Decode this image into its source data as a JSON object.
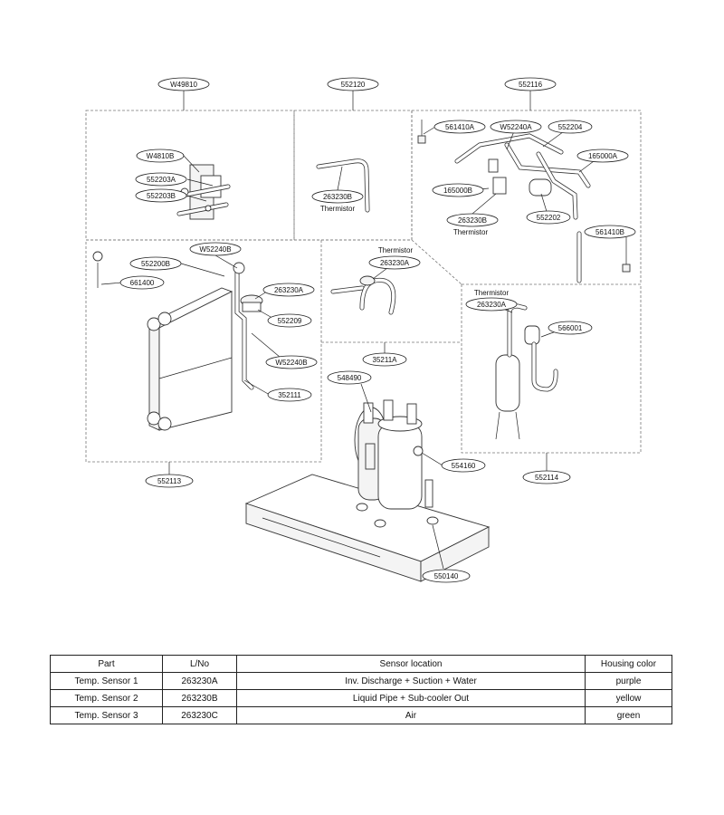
{
  "callouts": {
    "w49810": "W49810",
    "c552120": "552120",
    "c552116": "552116",
    "w4810b": "W4810B",
    "c552203a": "552203A",
    "c552203b": "552203B",
    "c263230b_top": "263230B",
    "c561410a": "561410A",
    "w52240a": "W52240A",
    "c552204": "552204",
    "c165000a": "165000A",
    "c165000b": "165000B",
    "c263230b_right": "263230B",
    "c552202": "552202",
    "c561410b": "561410B",
    "w52240b_top": "W52240B",
    "c552200b": "552200B",
    "c661400": "661400",
    "c263230a_left": "263230A",
    "c552209": "552209",
    "w52240b_low": "W52240B",
    "c352111": "352111",
    "c552113": "552113",
    "c263230a_mid": "263230A",
    "c35211a": "35211A",
    "c548490": "548490",
    "c554160": "554160",
    "c550140": "550140",
    "c263230a_right": "263230A",
    "c566001": "566001",
    "c552114": "552114"
  },
  "notes": {
    "thermistor_1": "Thermistor",
    "thermistor_2": "Thermistor",
    "thermistor_3": "Thermistor",
    "thermistor_4": "Thermistor"
  },
  "table": {
    "headers": [
      "Part",
      "L/No",
      "Sensor location",
      "Housing color"
    ],
    "rows": [
      [
        "Temp. Sensor 1",
        "263230A",
        "Inv. Discharge + Suction + Water",
        "purple"
      ],
      [
        "Temp. Sensor 2",
        "263230B",
        "Liquid Pipe + Sub-cooler Out",
        "yellow"
      ],
      [
        "Temp. Sensor 3",
        "263230C",
        "Air",
        "green"
      ]
    ]
  }
}
